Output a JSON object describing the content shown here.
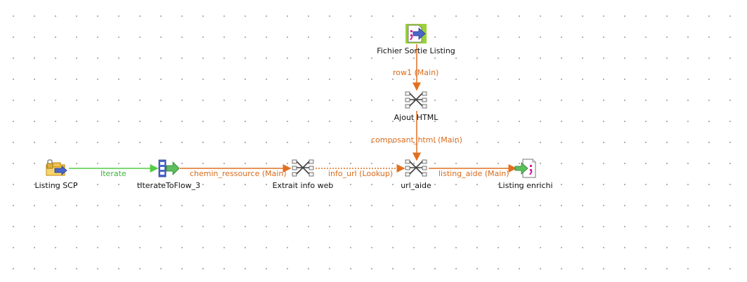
{
  "components": {
    "listing_scp": {
      "label": "Listing SCP",
      "icon": "ftp-folder-icon"
    },
    "titerate": {
      "label": "tIterateToFlow_3",
      "icon": "iterate-to-flow-icon"
    },
    "extrait": {
      "label": "Extrait info web",
      "icon": "tmap-icon"
    },
    "url_aide": {
      "label": "url_aide",
      "icon": "tmap-icon"
    },
    "listing_enrichi": {
      "label": "Listing enrichi",
      "icon": "file-output-icon"
    },
    "fichier_sortie": {
      "label": "Fichier Sortie Listing",
      "icon": "file-input-icon"
    },
    "ajout_html": {
      "label": "Ajout HTML",
      "icon": "tmap-icon"
    }
  },
  "links": {
    "iterate": {
      "label": "Iterate"
    },
    "chemin": {
      "label": "chemin_ressource (Main)"
    },
    "info_url": {
      "label": "info_url (Lookup)"
    },
    "listing_aide": {
      "label": "listing_aide (Main)"
    },
    "row1": {
      "label": "row1 (Main)"
    },
    "composant_html": {
      "label": "composant_html (Main)"
    }
  },
  "colors": {
    "main_link": "#e07020",
    "iterate_link": "#55cc44",
    "label_orange": "#d96a1a",
    "label_green": "#3fb23f"
  }
}
